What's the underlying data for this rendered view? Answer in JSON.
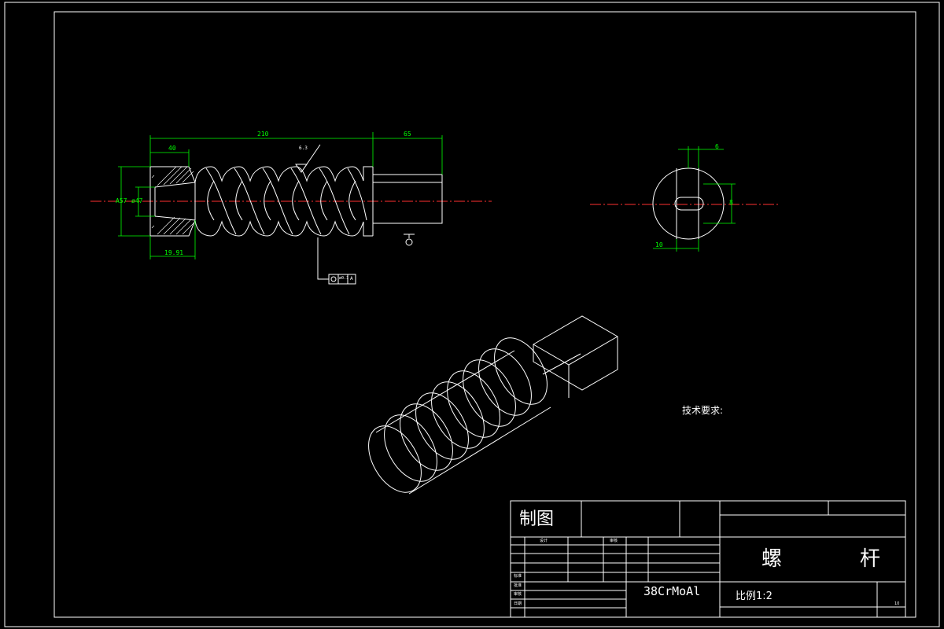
{
  "colors": {
    "background": "#000000",
    "line": "#ffffff",
    "dimension": "#00ff00",
    "centerline": "#ff0000"
  },
  "front_view": {
    "dim_overall": "210",
    "dim_shaft": "65",
    "dim_hub": "40",
    "dim_bore_length": "19.91",
    "dim_outer_dia": "A57",
    "dim_inner_dia": "ø47",
    "surface_finish": "6.3",
    "tolerance_frame": "ø0.1",
    "datum": "A"
  },
  "section_view": {
    "dim_key_width": "6",
    "dim_key_depth": "8",
    "dim_bottom": "10"
  },
  "notes": {
    "tech_requirements": "技术要求:"
  },
  "title_block": {
    "drawn_label": "制图",
    "part_name_1": "螺",
    "part_name_2": "杆",
    "material": "38CrMoAl",
    "scale": "比例1:2",
    "sheet_no": "10",
    "small_label_1": "设计",
    "small_label_2": "审核",
    "small_label_3": "标准",
    "small_label_4": "批准",
    "small_label_5": "审核",
    "small_label_6": "日期"
  }
}
